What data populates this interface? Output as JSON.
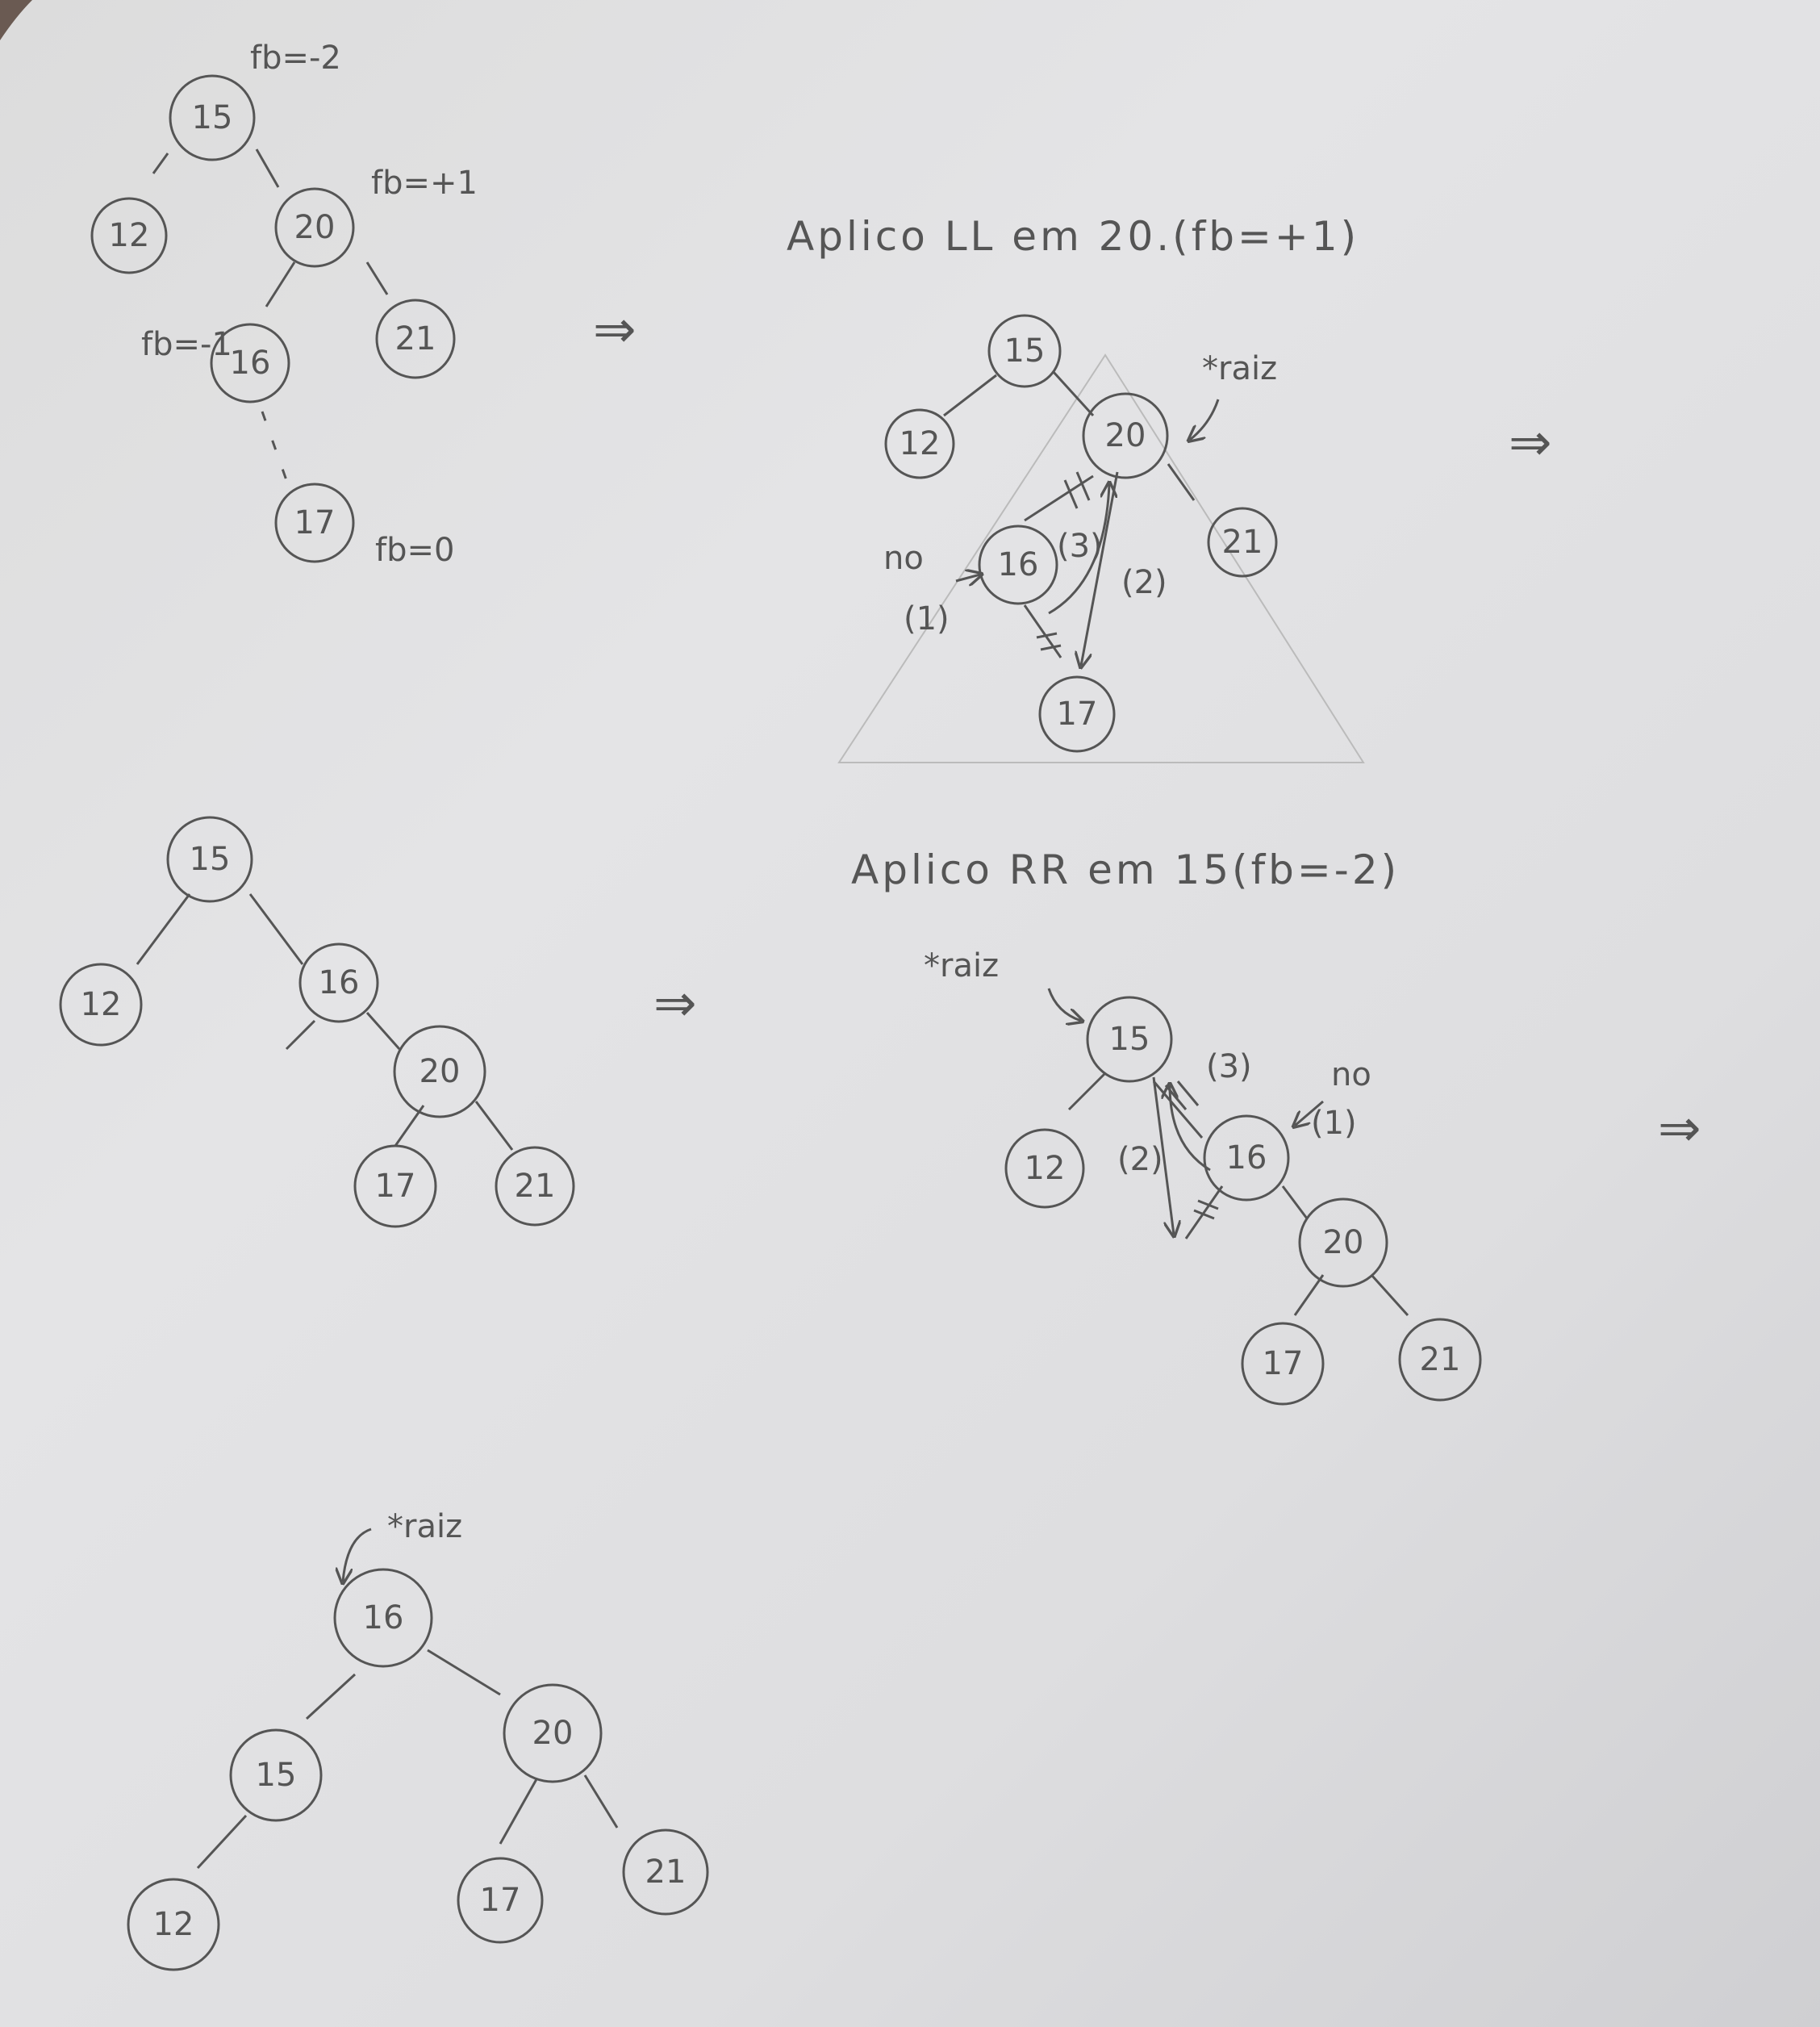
{
  "titles": {
    "step1": "Aplico LL em 20.(fb=+1)",
    "step2": "Aplico RR em 15(fb=-2)"
  },
  "labels": {
    "fb_root": "fb=-2",
    "fb_20": "fb=+1",
    "fb_16": "fb=-1",
    "fb_17": "fb=0",
    "raiz": "*raiz",
    "no": "no",
    "one": "(1)",
    "two": "(2)",
    "three": "(3)"
  },
  "arrow_symbol": "⇒",
  "nodes": {
    "n12": "12",
    "n15": "15",
    "n16": "16",
    "n17": "17",
    "n20": "20",
    "n21": "21"
  }
}
